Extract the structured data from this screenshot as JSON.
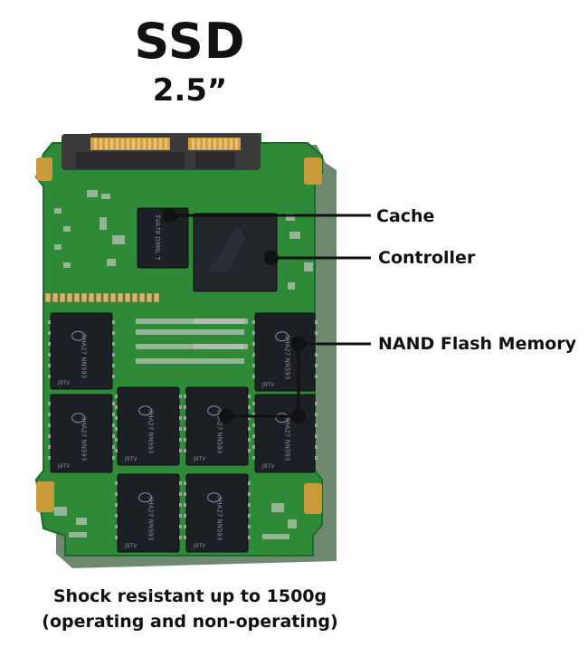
{
  "title": "SSD",
  "subtitle": "2.5”",
  "labels": {
    "cache": "Cache",
    "controller": "Controller",
    "nand": "NAND Flash Memory"
  },
  "caption": {
    "line1": "Shock resistant up to 1500g",
    "line2": "(operating and non-operating)"
  },
  "chip_markings": {
    "dram": "3VA78 D9ML T",
    "nand_top": "3HA27 NN593",
    "nand_bottom": "J9TV"
  },
  "colors": {
    "pcb": "#2f8a37",
    "pcb_dark": "#1f6a28",
    "chip": "#1c1f24",
    "copper": "#d8b070",
    "gold": "#c99a3a",
    "connector": "#3a3a3a",
    "leader": "#111111"
  }
}
